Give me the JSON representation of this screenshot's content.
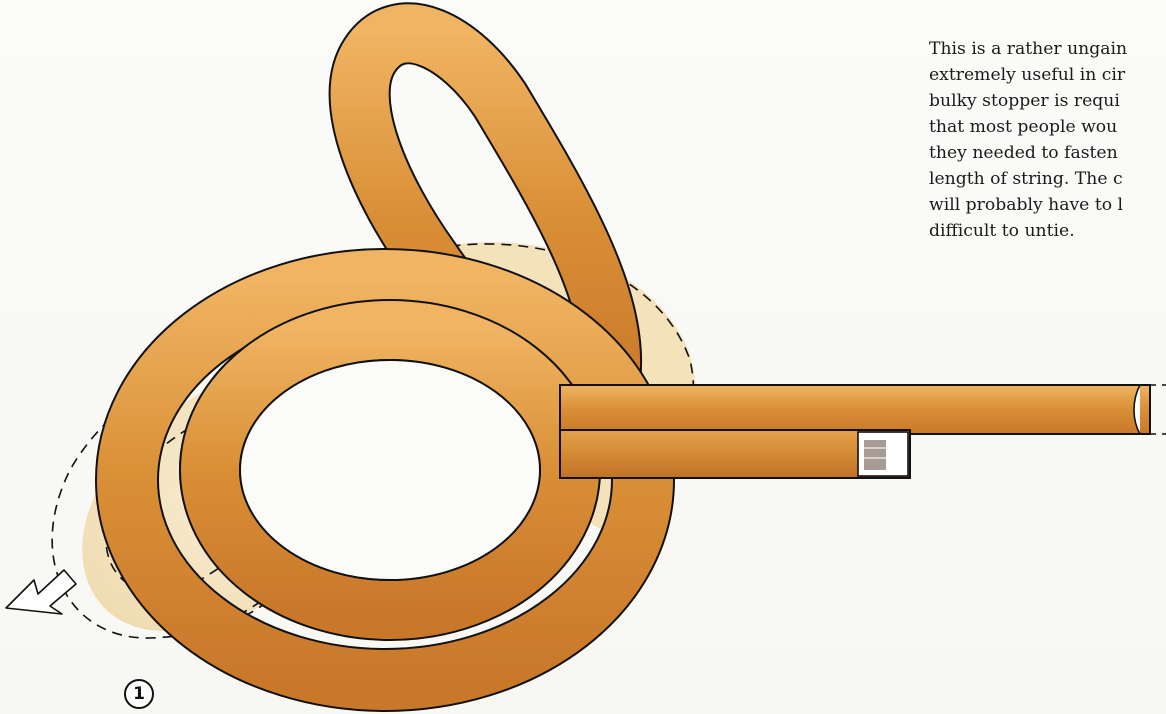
{
  "caption": {
    "lines": [
      "This is a rather ungain",
      "extremely useful in cir",
      "bulky stopper is requi",
      "that most people wou",
      "they needed to fasten",
      "length of string. The c",
      "will probably have to l",
      "difficult to untie."
    ]
  },
  "step": {
    "number": "1"
  },
  "colors": {
    "rope": "#d88f35",
    "rope_highlight": "#f2b865",
    "rope_ghost": "#f3dfb4",
    "outline": "#111111"
  },
  "icons": {
    "direction_arrow": "pull-direction-arrow-icon"
  }
}
